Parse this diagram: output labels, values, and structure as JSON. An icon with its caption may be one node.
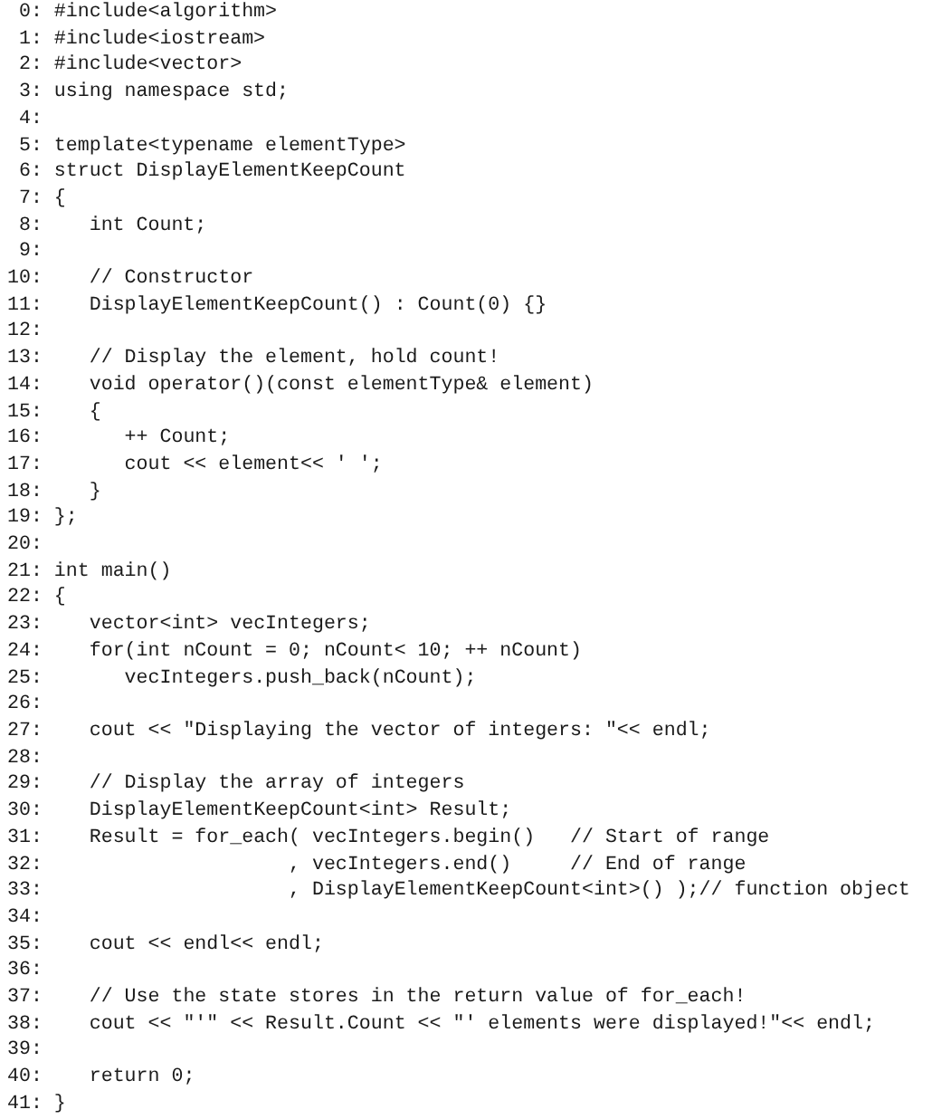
{
  "diagram": {
    "labels": [
      "0: #include<algorithm>",
      "1: #include<iostream>",
      "2: #include<vector>",
      "3: using namespace std;",
      "4:",
      "5: template<typename elementType>",
      "6: struct DisplayElementKeepCount",
      "7: {",
      "8:    int Count;",
      "9:",
      "10:    // Constructor",
      "11:    DisplayElementKeepCount() : Count(0) {}",
      "12:",
      "13:    // Display the element, hold count!",
      "14:    void operator()(const elementType& element)",
      "15:    {",
      "16:       ++ Count;",
      "17:       cout << element<< ' ';",
      "18:    }",
      "19: };",
      "20:",
      "21: int main()",
      "22: {",
      "23:    vector<int> vecIntegers;",
      "24:    for(int nCount = 0; nCount< 10; ++ nCount)",
      "25:       vecIntegers.push_back(nCount);",
      "26:",
      "27:    cout << \"Displaying the vector of integers: \"<< endl;",
      "28:",
      "29:    // Display the array of integers",
      "30:    DisplayElementKeepCount<int> Result;",
      "31:    Result = for_each( vecIntegers.begin()   // Start of range",
      "32:                     , vecIntegers.end()     // End of range",
      "33:                     , DisplayElementKeepCount<int>() );// function object",
      "34:",
      "35:    cout << endl<< endl;",
      "36:",
      "37:    // Use the state stores in the return value of for_each!",
      "38:    cout << \"'\" << Result.Count << \"' elements were displayed!\"<< endl;",
      "39:",
      "40:    return 0;",
      "41: }"
    ]
  }
}
